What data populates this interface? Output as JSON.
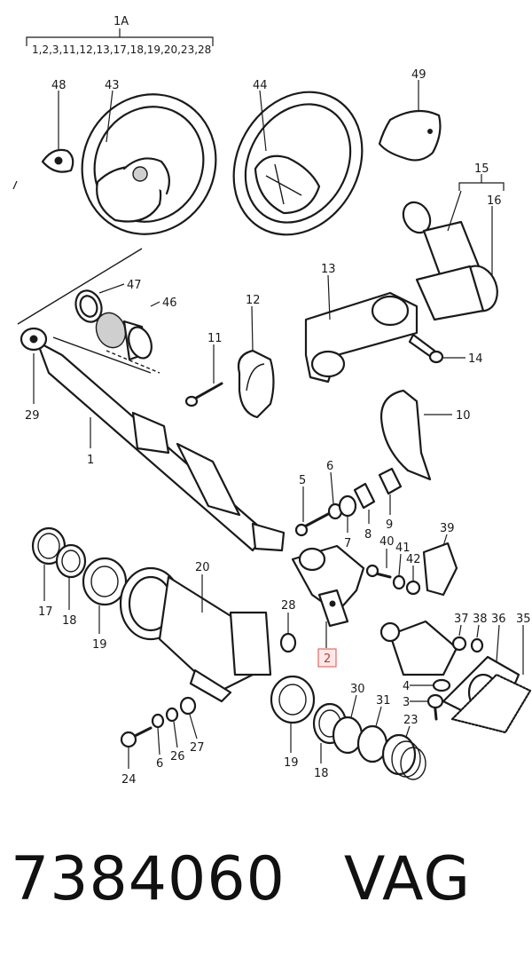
{
  "diagram": {
    "group_label": "1A",
    "group_parts": "1,2,3,11,12,13,17,18,19,20,23,28",
    "highlight_color": "#e36b6b",
    "labels": [
      {
        "id": "48",
        "text": "48"
      },
      {
        "id": "43",
        "text": "43"
      },
      {
        "id": "44",
        "text": "44"
      },
      {
        "id": "49",
        "text": "49"
      },
      {
        "id": "15",
        "text": "15"
      },
      {
        "id": "16",
        "text": "16"
      },
      {
        "id": "47",
        "text": "47"
      },
      {
        "id": "46",
        "text": "46"
      },
      {
        "id": "13",
        "text": "13"
      },
      {
        "id": "12",
        "text": "12"
      },
      {
        "id": "11",
        "text": "11"
      },
      {
        "id": "14",
        "text": "14"
      },
      {
        "id": "29",
        "text": "29"
      },
      {
        "id": "1",
        "text": "1"
      },
      {
        "id": "10",
        "text": "10"
      },
      {
        "id": "5",
        "text": "5"
      },
      {
        "id": "6a",
        "text": "6"
      },
      {
        "id": "7",
        "text": "7"
      },
      {
        "id": "8",
        "text": "8"
      },
      {
        "id": "9",
        "text": "9"
      },
      {
        "id": "17",
        "text": "17"
      },
      {
        "id": "18a",
        "text": "18"
      },
      {
        "id": "19a",
        "text": "19"
      },
      {
        "id": "20",
        "text": "20"
      },
      {
        "id": "28",
        "text": "28"
      },
      {
        "id": "2",
        "text": "2"
      },
      {
        "id": "40",
        "text": "40"
      },
      {
        "id": "41",
        "text": "41"
      },
      {
        "id": "42",
        "text": "42"
      },
      {
        "id": "39",
        "text": "39"
      },
      {
        "id": "37",
        "text": "37"
      },
      {
        "id": "38",
        "text": "38"
      },
      {
        "id": "36",
        "text": "36"
      },
      {
        "id": "35",
        "text": "35"
      },
      {
        "id": "4",
        "text": "4"
      },
      {
        "id": "3",
        "text": "3"
      },
      {
        "id": "30",
        "text": "30"
      },
      {
        "id": "31",
        "text": "31"
      },
      {
        "id": "23",
        "text": "23"
      },
      {
        "id": "19b",
        "text": "19"
      },
      {
        "id": "18b",
        "text": "18"
      },
      {
        "id": "24",
        "text": "24"
      },
      {
        "id": "6b",
        "text": "6"
      },
      {
        "id": "26",
        "text": "26"
      },
      {
        "id": "27",
        "text": "27"
      }
    ]
  },
  "footer": {
    "part_number": "7384060",
    "brand": "VAG"
  }
}
